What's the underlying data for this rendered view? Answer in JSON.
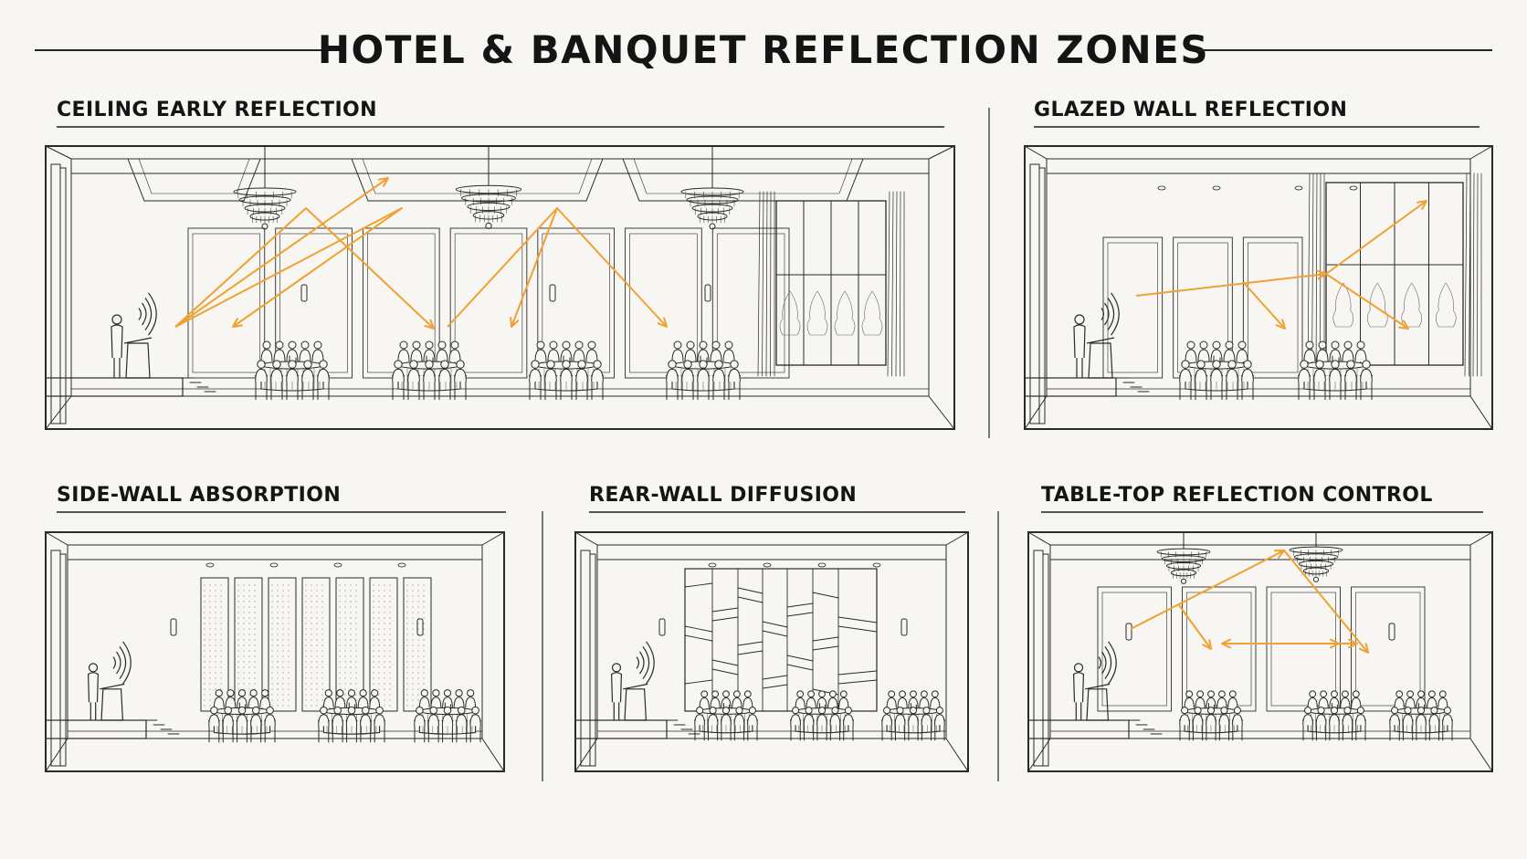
{
  "title": "HOTEL & BANQUET REFLECTION ZONES",
  "colors": {
    "reflection_arrow": "#f0a131",
    "line": "#2a2a2a",
    "background": "#f7f6f2"
  },
  "panels": [
    {
      "id": "ceiling",
      "title": "CEILING EARLY REFLECTION"
    },
    {
      "id": "glazed",
      "title": "GLAZED WALL REFLECTION"
    },
    {
      "id": "sidewall",
      "title": "SIDE-WALL ABSORPTION"
    },
    {
      "id": "rearwall",
      "title": "REAR-WALL DIFFUSION"
    },
    {
      "id": "tabletop",
      "title": "TABLE-TOP REFLECTION CONTROL"
    }
  ]
}
